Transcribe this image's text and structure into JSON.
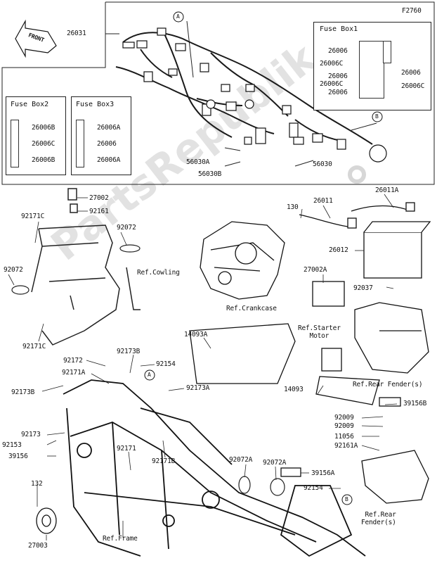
{
  "figure_id": "F2760",
  "front_arrow": "FRONT",
  "watermark": "PartsRepublik",
  "top_section": {
    "labels": [
      "26031",
      "56030A",
      "56030B",
      "56030"
    ],
    "callouts": [
      "A",
      "B"
    ]
  },
  "fuse_box1": {
    "title": "Fuse Box1",
    "left_labels": [
      "26006",
      "26006C",
      "26006",
      "26006C",
      "26006"
    ],
    "right_labels": [
      "26006",
      "26006C"
    ]
  },
  "fuse_box2": {
    "title": "Fuse Box2",
    "labels": [
      "26006B",
      "26006C",
      "26006B"
    ]
  },
  "fuse_box3": {
    "title": "Fuse Box3",
    "labels": [
      "26006A",
      "26006",
      "26006A"
    ]
  },
  "parts": [
    "27002",
    "92161",
    "92171C",
    "92072",
    "92072",
    "92171C",
    "130",
    "26011",
    "26011A",
    "26012",
    "27002A",
    "92037",
    "14093A",
    "14093",
    "92172",
    "92173B",
    "92154",
    "92171A",
    "92173A",
    "92173B",
    "92173",
    "92153",
    "39156",
    "92171",
    "92171B",
    "92072A",
    "92072A",
    "39156A",
    "92154",
    "92009",
    "92009",
    "11056",
    "92161A",
    "39156B",
    "132",
    "27003"
  ],
  "refs": {
    "cowling": "Ref.Cowling",
    "crankcase": "Ref.Crankcase",
    "starter": "Ref.Starter\nMotor",
    "rear_fender_1": "Ref.Rear Fender(s)",
    "rear_fender_2": "Ref.Rear\nFender(s)",
    "frame": "Ref.Frame"
  },
  "bottom_callouts": [
    "A",
    "B"
  ]
}
